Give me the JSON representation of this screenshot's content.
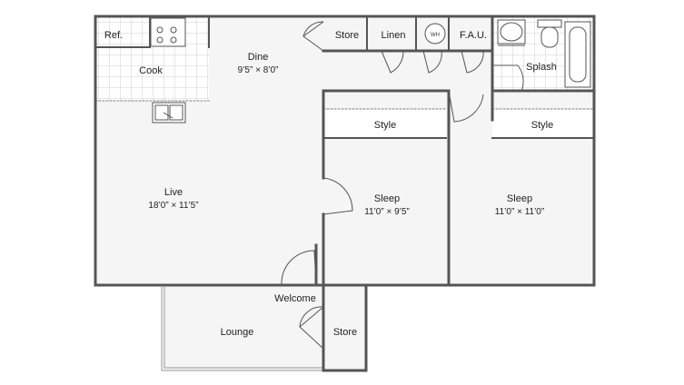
{
  "rooms": {
    "refrigerator": "Ref.",
    "kitchen": "Cook",
    "dining": {
      "name": "Dine",
      "size": "9’5” × 8’0”"
    },
    "living": {
      "name": "Live",
      "size": "18’0” × 11’5”"
    },
    "storage_top": "Store",
    "linen_closet": "Linen",
    "water_heater": "WH",
    "furnace": "F.A.U.",
    "bathroom": "Splash",
    "closet_bedroom_1": "Style",
    "closet_bedroom_2": "Style",
    "bedroom_1": {
      "name": "Sleep",
      "size": "11’0” × 9’5”"
    },
    "bedroom_2": {
      "name": "Sleep",
      "size": "11’0” × 11’0”"
    },
    "entry": "Welcome",
    "patio": "Lounge",
    "storage_patio": "Store"
  },
  "colors": {
    "wall": "#555555",
    "floor": "#f5f5f5",
    "tile": "#c4c4c4",
    "background": "#ffffff"
  }
}
